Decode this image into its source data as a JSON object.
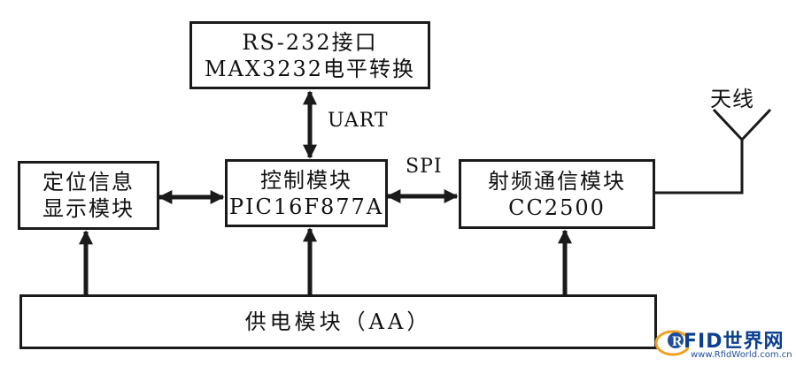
{
  "blocks": {
    "rs232": {
      "line1": "RS-232接口",
      "line2": "MAX3232电平转换"
    },
    "display": {
      "line1": "定位信息",
      "line2": "显示模块"
    },
    "control": {
      "line1": "控制模块",
      "line2": "PIC16F877A"
    },
    "rf": {
      "line1": "射频通信模块",
      "line2": "CC2500"
    },
    "power": {
      "label": "供电模块（AA）"
    }
  },
  "connections": {
    "uart": "UART",
    "spi": "SPI"
  },
  "antenna": {
    "label": "天线"
  },
  "watermark": {
    "brand": "FID世界网",
    "url": "www.RfidWorld.com.cn"
  }
}
